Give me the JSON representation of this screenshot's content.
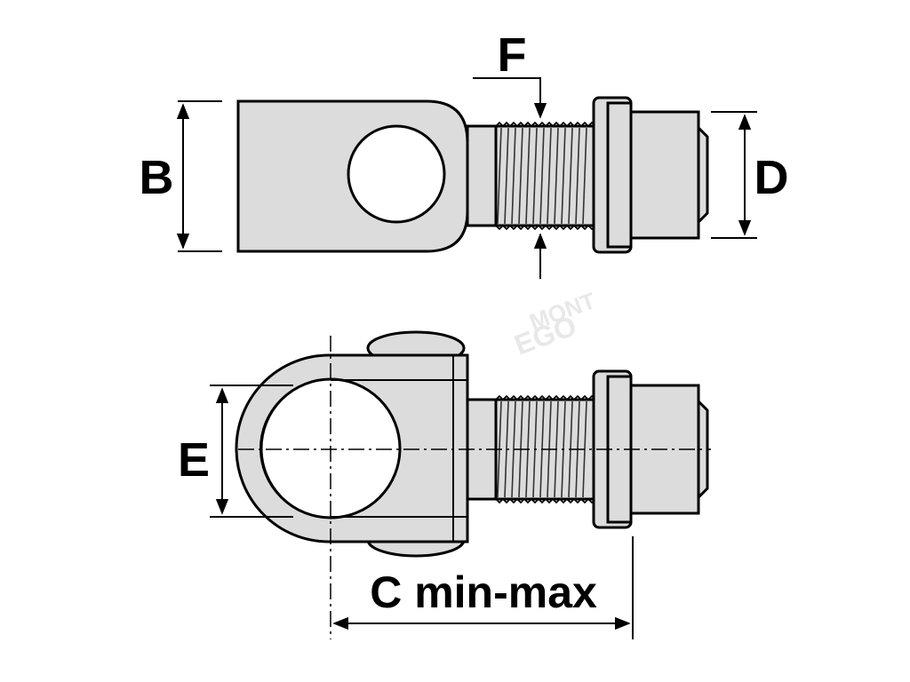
{
  "labels": {
    "B": "B",
    "D": "D",
    "F": "F",
    "E": "E",
    "C": "C min-max"
  },
  "watermark": [
    "MONT",
    "EGO"
  ],
  "colors": {
    "part_fill": "#dcdcdc",
    "line": "#000000",
    "background": "#ffffff"
  }
}
